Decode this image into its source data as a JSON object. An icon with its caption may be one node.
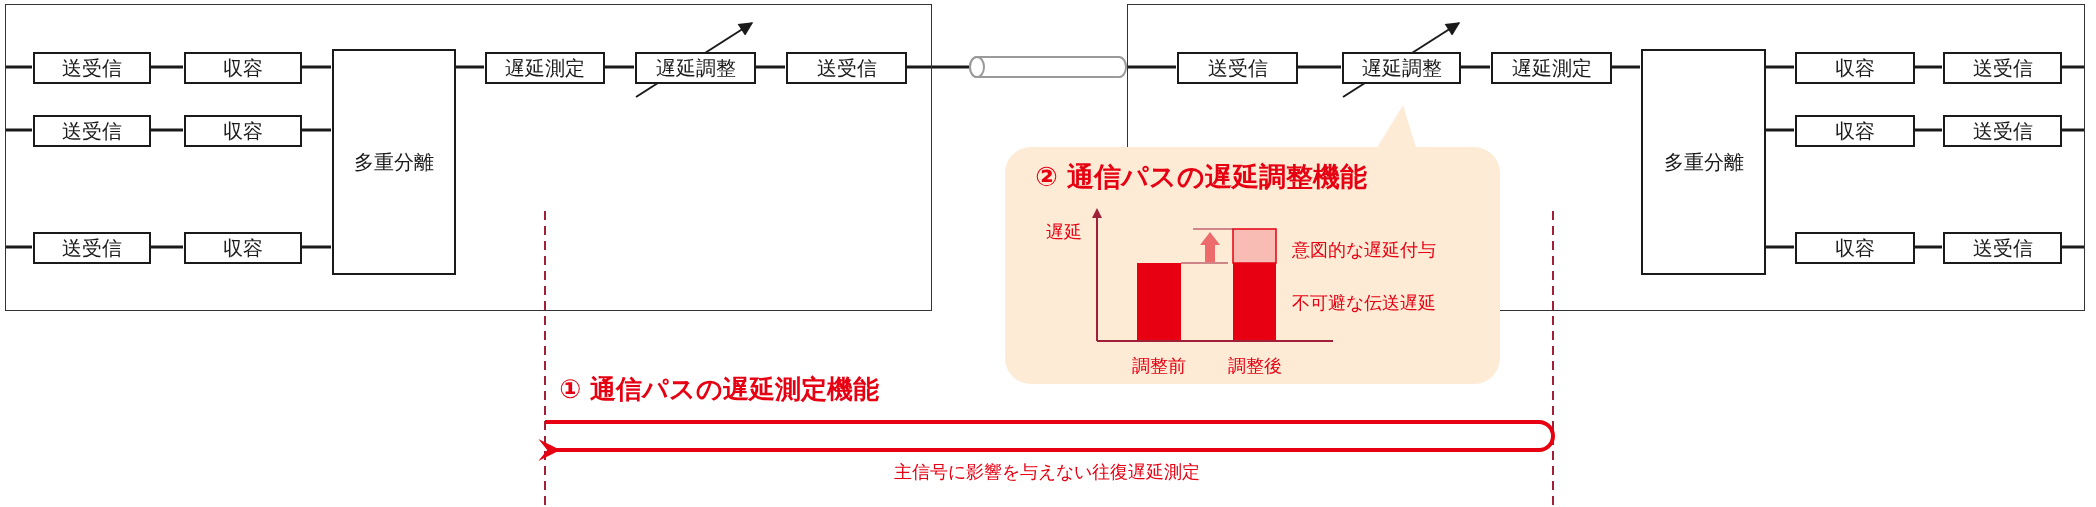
{
  "diagram": {
    "nodes": [
      {
        "text": [],
        "shape": "box"
      },
      {
        "text": [
          "送受信"
        ],
        "in": 0
      },
      {
        "text": [
          "収容"
        ],
        "in": 0
      },
      {
        "text": [
          "送受信"
        ],
        "in": 0
      },
      {
        "text": [
          "収容"
        ],
        "in": 0
      },
      {
        "text": [
          "送受信"
        ],
        "in": 0
      },
      {
        "text": [
          "収容"
        ],
        "in": 0
      },
      {
        "text": [
          "多重分離"
        ],
        "in": 0
      },
      {
        "text": [
          "遅延測定"
        ],
        "in": 0
      },
      {
        "text": [
          "遅延調整"
        ],
        "in": 0
      },
      {
        "text": [
          "送受信"
        ],
        "in": 0
      },
      {
        "text": [],
        "shape": "cylinder"
      },
      {
        "text": [],
        "shape": "box"
      },
      {
        "text": [
          "送受信"
        ],
        "in": 12
      },
      {
        "text": [
          "遅延調整"
        ],
        "in": 12
      },
      {
        "text": [
          "遅延測定"
        ],
        "in": 12
      },
      {
        "text": [
          "多重分離"
        ],
        "in": 12
      },
      {
        "text": [
          "収容"
        ],
        "in": 12
      },
      {
        "text": [
          "送受信"
        ],
        "in": 12
      },
      {
        "text": [
          "収容"
        ],
        "in": 12
      },
      {
        "text": [
          "送受信"
        ],
        "in": 12
      },
      {
        "text": [
          "収容"
        ],
        "in": 12
      },
      {
        "text": [
          "送受信"
        ],
        "in": 12
      },
      {
        "text": [
          "② 通信パスの遅延調整機能"
        ]
      }
    ],
    "edges": [
      {
        "from": null,
        "to": 1,
        "arrow": "none"
      },
      {
        "from": 1,
        "to": 2,
        "arrow": "none"
      },
      {
        "from": 2,
        "to": 7,
        "arrow": "none"
      },
      {
        "from": null,
        "to": 3,
        "arrow": "none"
      },
      {
        "from": 3,
        "to": 4,
        "arrow": "none"
      },
      {
        "from": 4,
        "to": 7,
        "arrow": "none"
      },
      {
        "from": null,
        "to": 5,
        "arrow": "none"
      },
      {
        "from": 5,
        "to": 6,
        "arrow": "none"
      },
      {
        "from": 6,
        "to": 7,
        "arrow": "none"
      },
      {
        "from": 7,
        "to": 8,
        "arrow": "none"
      },
      {
        "from": 8,
        "to": 9,
        "arrow": "none"
      },
      {
        "from": 9,
        "to": 10,
        "arrow": "none"
      },
      {
        "from": 10,
        "to": 11,
        "arrow": "none"
      },
      {
        "from": 11,
        "to": 13,
        "arrow": "none"
      },
      {
        "from": 13,
        "to": 14,
        "arrow": "none"
      },
      {
        "from": 14,
        "to": 15,
        "arrow": "none"
      },
      {
        "from": 15,
        "to": 16,
        "arrow": "none"
      },
      {
        "from": 16,
        "to": 17,
        "arrow": "none"
      },
      {
        "from": 17,
        "to": 18,
        "arrow": "none"
      },
      {
        "from": 18,
        "to": null,
        "arrow": "none"
      },
      {
        "from": 16,
        "to": 19,
        "arrow": "none"
      },
      {
        "from": 19,
        "to": 20,
        "arrow": "none"
      },
      {
        "from": 20,
        "to": null,
        "arrow": "none"
      },
      {
        "from": 16,
        "to": 21,
        "arrow": "none"
      },
      {
        "from": 21,
        "to": 22,
        "arrow": "none"
      },
      {
        "from": 22,
        "to": null,
        "arrow": "none"
      }
    ],
    "labels": [
      "遅延",
      "意図的な遅延付与",
      "不可避な伝送遅延",
      "調整前",
      "調整後",
      "① 通信パスの遅延測定機能",
      "主信号に影響を与えない往復遅延測定"
    ]
  }
}
